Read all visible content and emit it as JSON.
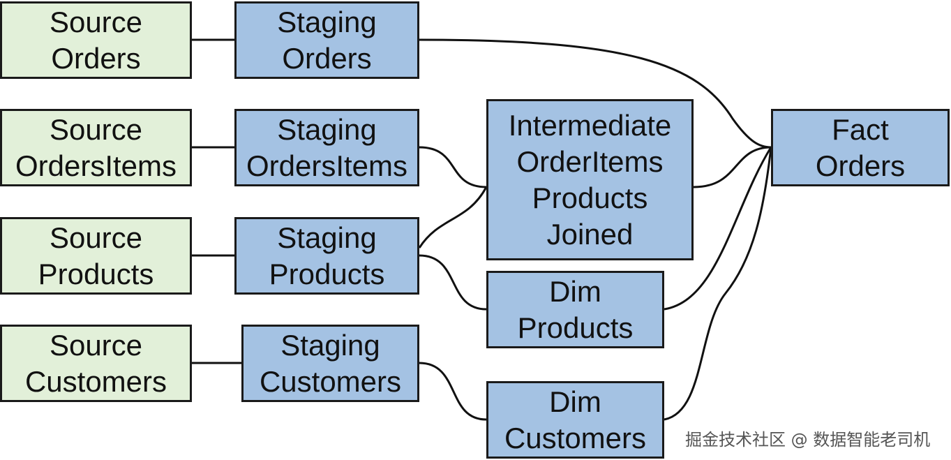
{
  "nodes": {
    "source_orders": [
      "Source",
      "Orders"
    ],
    "source_orders_items": [
      "Source",
      "OrdersItems"
    ],
    "source_products": [
      "Source",
      "Products"
    ],
    "source_customers": [
      "Source",
      "Customers"
    ],
    "staging_orders": [
      "Staging",
      "Orders"
    ],
    "staging_orders_items": [
      "Staging",
      "OrdersItems"
    ],
    "staging_products": [
      "Staging",
      "Products"
    ],
    "staging_customers": [
      "Staging",
      "Customers"
    ],
    "intermediate_joined": [
      "Intermediate",
      "OrderItems",
      "Products",
      "Joined"
    ],
    "dim_products": [
      "Dim",
      "Products"
    ],
    "dim_customers": [
      "Dim",
      "Customers"
    ],
    "fact_orders": [
      "Fact",
      "Orders"
    ]
  },
  "watermark": "掘金技术社区 @ 数据智能老司机"
}
